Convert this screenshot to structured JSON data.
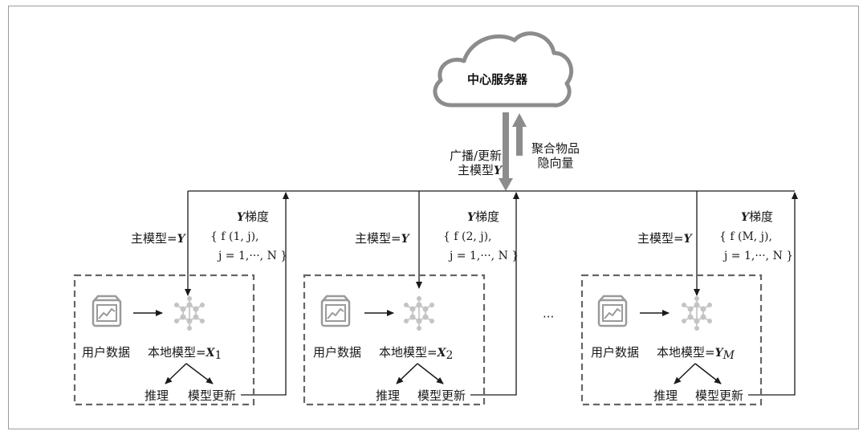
{
  "cloud": {
    "label": "中心服务器"
  },
  "up_arrow": {
    "line1": "聚合物品",
    "line2": "隐向量"
  },
  "down_arrow": {
    "line1": "广播/更新",
    "line2_prefix": "主模型",
    "line2_var": "Y"
  },
  "clients": [
    {
      "main_model_prefix": "主模型=",
      "main_model_var": "Y",
      "grad_var": "Y",
      "grad_title": "梯度",
      "grad_line1": "{ f (1, j),",
      "grad_line2": "j = 1,···, N }",
      "user_data": "用户数据",
      "local_model_prefix": "本地模型=",
      "local_model_var": "X",
      "local_model_sub": "1",
      "infer": "推理",
      "update": "模型更新"
    },
    {
      "main_model_prefix": "主模型=",
      "main_model_var": "Y",
      "grad_var": "Y",
      "grad_title": "梯度",
      "grad_line1": "{ f (2, j),",
      "grad_line2": "j = 1,···, N }",
      "user_data": "用户数据",
      "local_model_prefix": "本地模型=",
      "local_model_var": "X",
      "local_model_sub": "2",
      "infer": "推理",
      "update": "模型更新"
    },
    {
      "main_model_prefix": "主模型=",
      "main_model_var": "Y",
      "grad_var": "Y",
      "grad_title": "梯度",
      "grad_line1": "{ f (M, j),",
      "grad_line2": "j = 1,···, N }",
      "user_data": "用户数据",
      "local_model_prefix": "本地模型=",
      "local_model_var": "Y",
      "local_model_sub": "M",
      "infer": "推理",
      "update": "模型更新"
    }
  ],
  "ellipsis": "···",
  "colors": {
    "line": "#1a1a1a",
    "dash": "#666666",
    "arrow_gray": "#8c8c8c",
    "icon_gray": "#9a9a9a",
    "net_gray": "#c8c8c8"
  }
}
